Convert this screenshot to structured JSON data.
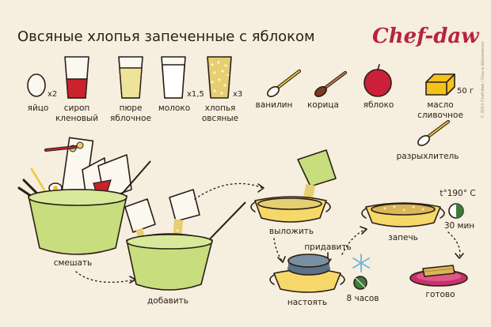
{
  "title": "Овсяные хлопья запеченные с яблоком",
  "brand": "Chef-daw",
  "copyright": "© 2014 Chef-daw / Ольга Шелеменко",
  "ingredients": [
    {
      "label": [
        "яйцо"
      ],
      "qty": "x2"
    },
    {
      "label": [
        "сироп",
        "кленовый"
      ],
      "qty": ""
    },
    {
      "label": [
        "пюре",
        "яблочное"
      ],
      "qty": ""
    },
    {
      "label": [
        "молоко"
      ],
      "qty": "x1,5"
    },
    {
      "label": [
        "хлопья",
        "овсяные"
      ],
      "qty": "x3"
    },
    {
      "label": [
        "ванилин"
      ],
      "qty": ""
    },
    {
      "label": [
        "корица"
      ],
      "qty": ""
    },
    {
      "label": [
        "яблоко"
      ],
      "qty": ""
    },
    {
      "label": [
        "масло",
        "сливочное"
      ],
      "qty": "50 г"
    },
    {
      "label": [
        "разрыхлитель"
      ],
      "qty": ""
    }
  ],
  "steps": {
    "mix": "смешать",
    "add": "добавить",
    "pour": "выложить",
    "press": "придавить",
    "rest": "настоять",
    "hours": "8 часов",
    "bake": "запечь",
    "temp": "t°190° C",
    "minutes": "30 мин",
    "ready": "готово"
  },
  "colors": {
    "background": "#f6eede",
    "bowl": "#c7dd7e",
    "dish": "#f6d86a",
    "syrup": "#c8232c",
    "puree": "#eee39a",
    "oats": "#e6cf72",
    "apple": "#cc1f3a",
    "butter": "#f3c21c",
    "brand": "#b8243f"
  }
}
